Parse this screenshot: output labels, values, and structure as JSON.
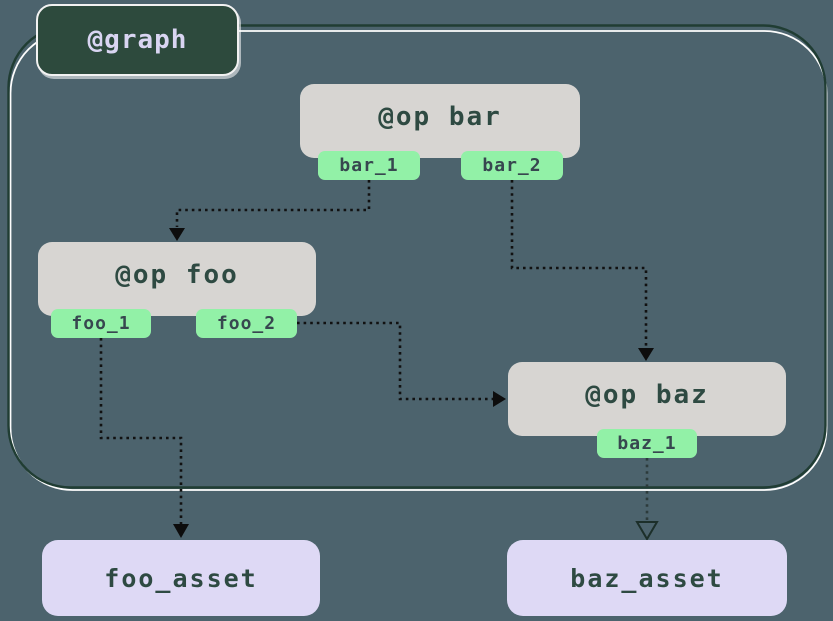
{
  "diagram": {
    "graph": {
      "label": "@graph"
    },
    "ops": [
      {
        "id": "bar",
        "label": "@op bar",
        "outputs": [
          "bar_1",
          "bar_2"
        ]
      },
      {
        "id": "foo",
        "label": "@op foo",
        "outputs": [
          "foo_1",
          "foo_2"
        ]
      },
      {
        "id": "baz",
        "label": "@op baz",
        "outputs": [
          "baz_1"
        ]
      }
    ],
    "assets": [
      {
        "label": "foo_asset"
      },
      {
        "label": "baz_asset"
      }
    ],
    "edges": [
      {
        "from": "bar_1",
        "to": "@op foo",
        "style": "dotted"
      },
      {
        "from": "bar_2",
        "to": "@op baz",
        "style": "dotted"
      },
      {
        "from": "foo_2",
        "to": "@op baz",
        "style": "dotted"
      },
      {
        "from": "foo_1",
        "to": "foo_asset",
        "style": "dotted"
      },
      {
        "from": "baz_1",
        "to": "baz_asset",
        "style": "dotted"
      }
    ],
    "colors": {
      "background": "#4c636d",
      "graph_label_bg": "#2d4a3d",
      "graph_label_text": "#d9d5f2",
      "graph_border_dark": "#203d33",
      "graph_border_light": "#fdfdfd",
      "op_bg": "#d7d5d2",
      "op_text": "#2e4a42",
      "tag_bg": "#92f1a7",
      "tag_text": "#37474f",
      "asset_bg": "#ded9f5",
      "asset_text": "#2e4a42",
      "edge": "#111111"
    }
  }
}
